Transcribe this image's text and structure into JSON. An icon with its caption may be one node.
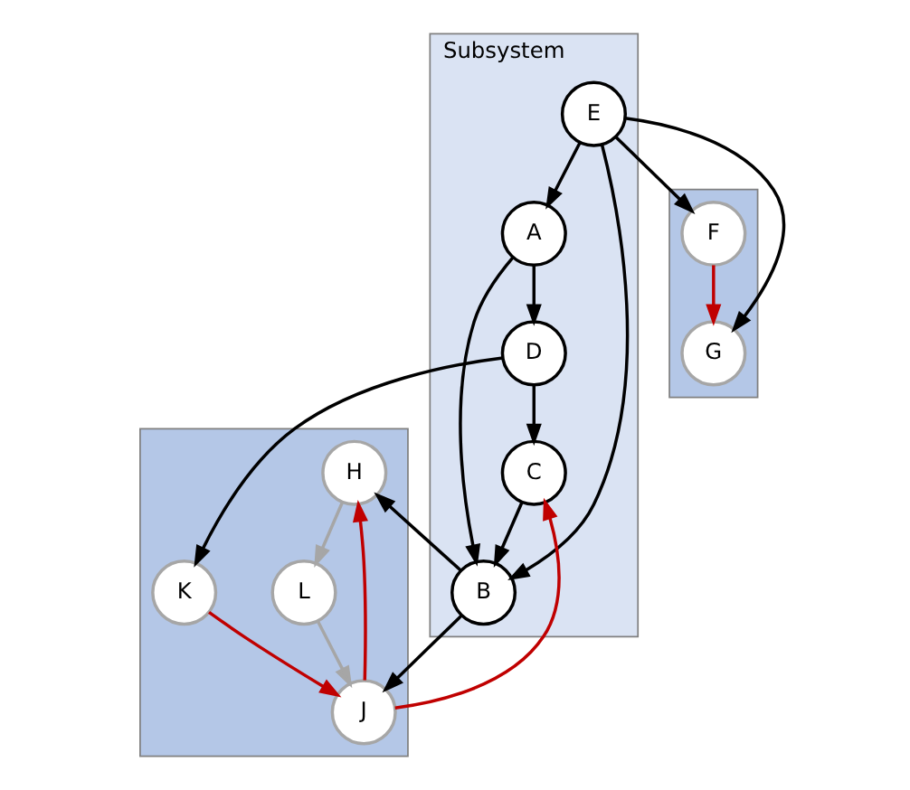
{
  "diagram": {
    "nodes": [
      {
        "text": [
          "Subsystem"
        ]
      },
      {
        "text": [
          "A"
        ],
        "in": 0
      },
      {
        "text": [
          "B"
        ],
        "in": 0
      },
      {
        "text": [
          "C"
        ],
        "in": 0
      },
      {
        "text": [
          "D"
        ],
        "in": 0
      },
      {
        "text": [
          "E"
        ],
        "in": 0
      },
      {
        "text": [],
        "shape": "box"
      },
      {
        "text": [
          "H"
        ],
        "in": 6
      },
      {
        "text": [
          "J"
        ],
        "in": 6
      },
      {
        "text": [
          "L"
        ],
        "in": 6
      },
      {
        "text": [
          "K"
        ],
        "in": 6
      },
      {
        "text": [],
        "shape": "box"
      },
      {
        "text": [
          "F"
        ],
        "in": 11
      },
      {
        "text": [
          "G"
        ],
        "in": 11
      }
    ],
    "edges": [
      {
        "from": 1,
        "to": 2,
        "arrow": "to"
      },
      {
        "from": 5,
        "to": 1,
        "arrow": "to"
      },
      {
        "from": 5,
        "to": 2,
        "arrow": "to"
      },
      {
        "from": 1,
        "to": 4,
        "arrow": "to"
      },
      {
        "from": 4,
        "to": 3,
        "arrow": "to"
      },
      {
        "from": 3,
        "to": 2,
        "arrow": "to"
      },
      {
        "from": 2,
        "to": 7,
        "arrow": "to"
      },
      {
        "from": 2,
        "to": 8,
        "arrow": "to"
      },
      {
        "from": 4,
        "to": 10,
        "arrow": "to"
      },
      {
        "from": 8,
        "to": 3,
        "arrow": "to",
        "color": "#c00000"
      },
      {
        "from": 10,
        "to": 8,
        "arrow": "to",
        "color": "#c00000"
      },
      {
        "from": 8,
        "to": 7,
        "arrow": "to",
        "color": "#c00000"
      },
      {
        "from": 7,
        "to": 9,
        "arrow": "to",
        "color": "#a6a6a6"
      },
      {
        "from": 9,
        "to": 8,
        "arrow": "to",
        "color": "#a6a6a6"
      },
      {
        "from": 5,
        "to": 12,
        "arrow": "to"
      },
      {
        "from": 5,
        "to": 13,
        "arrow": "to"
      },
      {
        "from": 12,
        "to": 13,
        "arrow": "to",
        "color": "#c00000"
      }
    ]
  }
}
